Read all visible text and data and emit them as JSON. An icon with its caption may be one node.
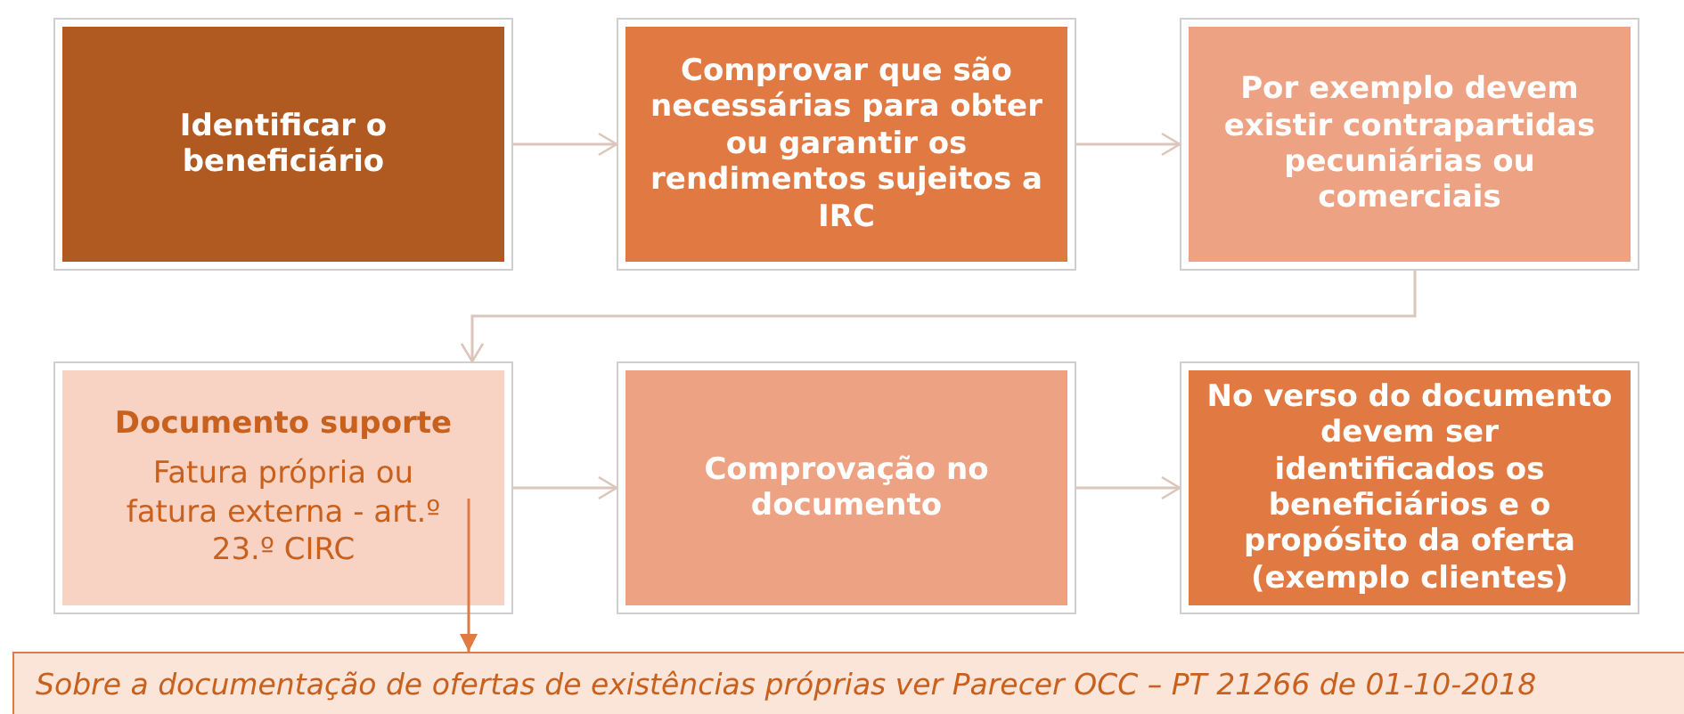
{
  "diagram": {
    "nodes": [
      {
        "text": [
          "Identificar o beneficiário"
        ]
      },
      {
        "text": [
          "Comprovar que são necessárias para obter ou garantir os rendimentos sujeitos a IRC"
        ]
      },
      {
        "text": [
          "Por exemplo devem existir contrapartidas pecuniárias ou comerciais"
        ]
      },
      {
        "text": [
          "Documento suporte",
          "Fatura própria ou fatura externa - art.º 23.º CIRC"
        ]
      },
      {
        "text": [
          "Comprovação no documento"
        ]
      },
      {
        "text": [
          "No verso do documento devem ser identificados os beneficiários e o propósito da oferta (exemplo clientes)"
        ]
      },
      {
        "text": [
          "Sobre a documentação de ofertas de existências próprias ver Parecer OCC – PT 21266 de 01-10-2018"
        ]
      }
    ],
    "edges": [
      {
        "from": 0,
        "to": 1,
        "arrow": "to"
      },
      {
        "from": 1,
        "to": 2,
        "arrow": "to"
      },
      {
        "from": 2,
        "to": 3,
        "arrow": "to"
      },
      {
        "from": 3,
        "to": 4,
        "arrow": "to"
      },
      {
        "from": 4,
        "to": 5,
        "arrow": "to"
      },
      {
        "from": 3,
        "to": 6,
        "arrow": "to",
        "color": "#e07a42"
      }
    ]
  }
}
